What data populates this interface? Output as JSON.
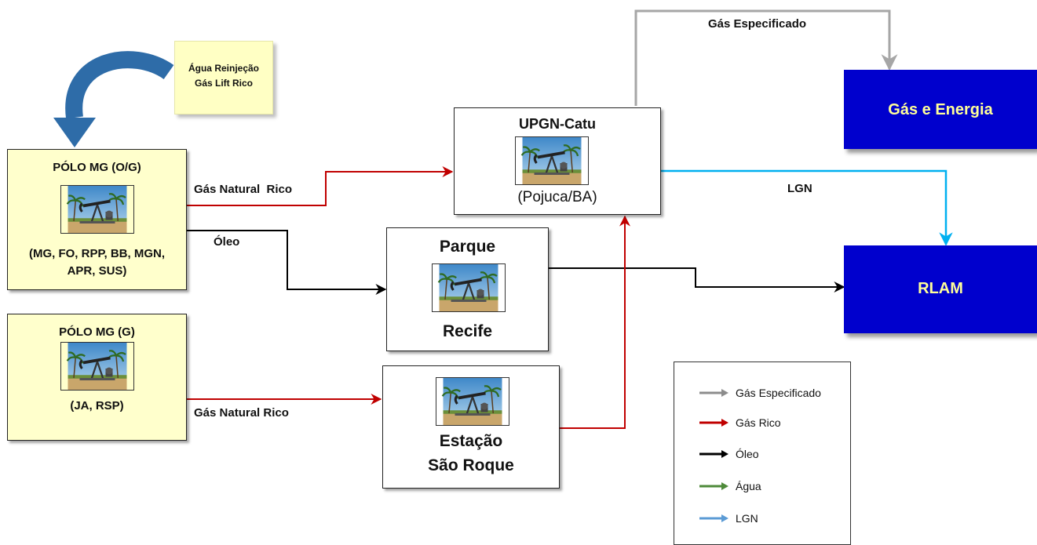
{
  "nodes": {
    "polo_og": {
      "title": "PÓLO MG (O/G)",
      "subtitle": "(MG, FO, RPP, BB, MGN, APR, SUS)"
    },
    "polo_g": {
      "title": "PÓLO MG (G)",
      "subtitle": "(JA, RSP)"
    },
    "note": {
      "line1": "Água Reinjeção",
      "line2": "Gás Lift Rico"
    },
    "upgn": {
      "title": "UPGN-Catu",
      "subtitle": "(Pojuca/BA)"
    },
    "parque": {
      "title": "Parque",
      "subtitle": "Recife"
    },
    "estacao": {
      "line1": "Estação",
      "line2": "São Roque"
    },
    "gas_energia": {
      "title": "Gás e Energia"
    },
    "rlam": {
      "title": "RLAM"
    }
  },
  "edge_labels": {
    "gas_especificado": "Gás Especificado",
    "gas_natural_rico_1": "Gás Natural  Rico",
    "oleo": "Óleo",
    "lgn": "LGN",
    "gas_natural_rico_2": "Gás Natural Rico"
  },
  "legend": [
    {
      "label": "Gás Especificado",
      "color": "#8c8c8c"
    },
    {
      "label": "Gás Rico",
      "color": "#c00000"
    },
    {
      "label": "Óleo",
      "color": "#000000"
    },
    {
      "label": "Água",
      "color": "#4e8a3a"
    },
    {
      "label": "LGN",
      "color": "#5b9bd5"
    }
  ],
  "colors": {
    "gas_especificado": "#a6a6a6",
    "gas_rico": "#c00000",
    "oleo": "#000000",
    "lgn": "#00b0f0",
    "blue_box": "#0000cd",
    "blue_text": "#ffff99",
    "note_arrow": "#2e6ca8"
  },
  "icons": {
    "oil_pump": "oil-pumpjack-photo"
  }
}
